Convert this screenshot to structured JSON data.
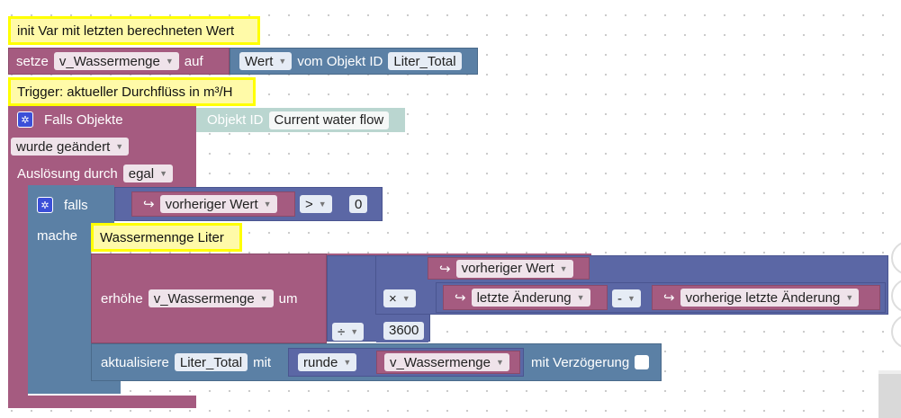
{
  "comments": {
    "init": "init Var mit letzten berechneten Wert",
    "trigger": "Trigger: aktueller Durchflüss in m³/H",
    "water": "Wassermennge Liter"
  },
  "set_block": {
    "label": "setze",
    "var": "v_Wassermenge",
    "to": "auf",
    "value_field": "Wert",
    "from_object": "vom Objekt ID",
    "object": "Liter_Total"
  },
  "trigger_block": {
    "label": "Falls Objekte",
    "object_id_label": "Objekt ID",
    "object_id": "Current water flow",
    "changed": "wurde geändert",
    "triggered_by": "Auslösung durch",
    "triggered_value": "egal"
  },
  "if_block": {
    "label": "falls",
    "do_label": "mache",
    "left": "vorheriger Wert",
    "op": ">",
    "right": "0"
  },
  "increase_block": {
    "label": "erhöhe",
    "var": "v_Wassermenge",
    "by": "um",
    "prev_value": "vorheriger Wert",
    "mult_op": "×",
    "last_change": "letzte Änderung",
    "minus_op": "-",
    "prev_last_change": "vorherige letzte Änderung",
    "div_op": "÷",
    "divisor": "3600"
  },
  "update_block": {
    "label": "aktualisiere",
    "object": "Liter_Total",
    "with": "mit",
    "round": "runde",
    "var": "v_Wassermenge",
    "delay": "mit Verzögerung"
  }
}
